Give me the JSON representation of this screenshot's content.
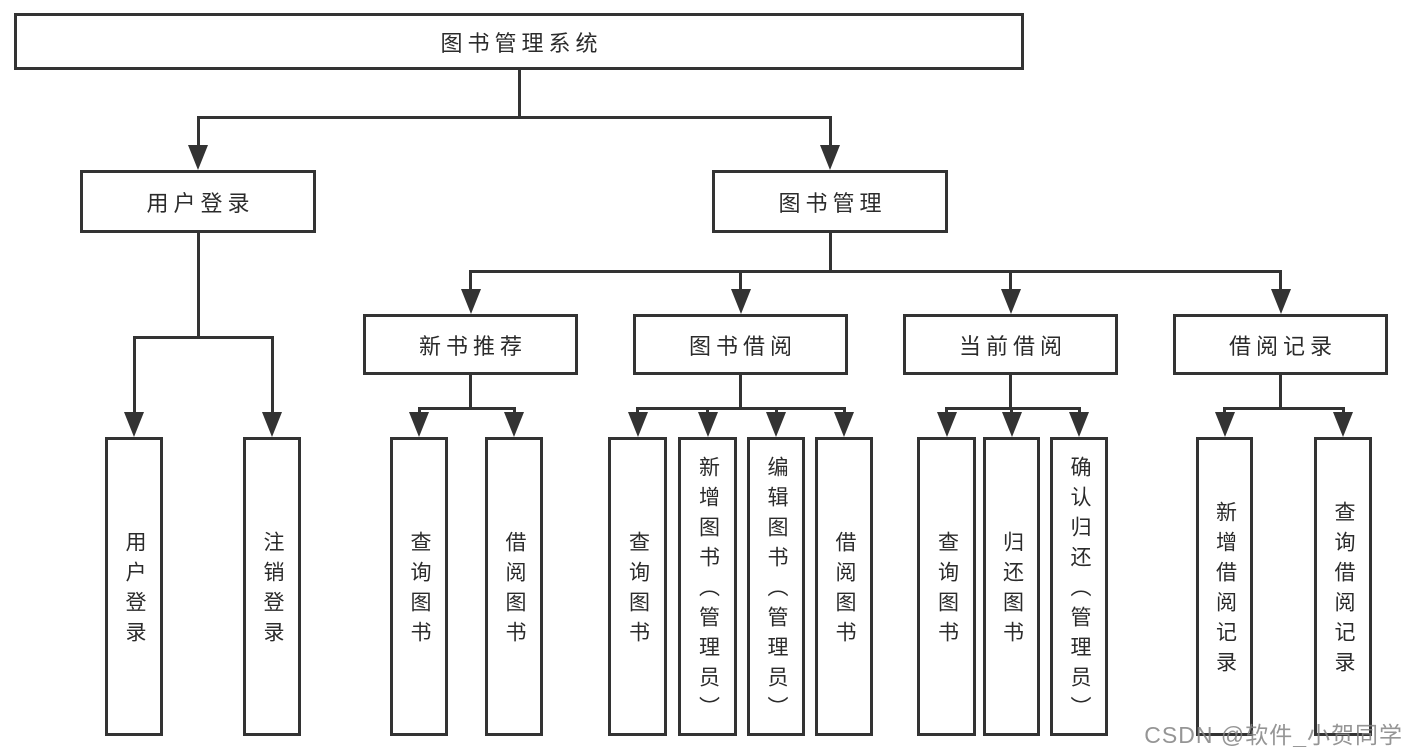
{
  "diagram": {
    "type": "hierarchy-diagram",
    "title": "图书管理系统",
    "watermark": "CSDN @软件_小贺同学",
    "colors": {
      "line": "#333333",
      "box_border": "#333333",
      "text": "#2b2b2b",
      "background": "#ffffff",
      "watermark": "#828282"
    },
    "nodes": [
      {
        "id": "root",
        "label": "图书管理系统",
        "parent": null,
        "orientation": "horizontal"
      },
      {
        "id": "user-login",
        "label": "用户登录",
        "parent": "root",
        "orientation": "horizontal"
      },
      {
        "id": "book-mgmt",
        "label": "图书管理",
        "parent": "root",
        "orientation": "horizontal"
      },
      {
        "id": "new-book-rec",
        "label": "新书推荐",
        "parent": "book-mgmt",
        "orientation": "horizontal"
      },
      {
        "id": "book-borrow",
        "label": "图书借阅",
        "parent": "book-mgmt",
        "orientation": "horizontal"
      },
      {
        "id": "current-borrow",
        "label": "当前借阅",
        "parent": "book-mgmt",
        "orientation": "horizontal"
      },
      {
        "id": "borrow-records",
        "label": "借阅记录",
        "parent": "book-mgmt",
        "orientation": "horizontal"
      },
      {
        "id": "ul-login",
        "label": "用户登录",
        "parent": "user-login",
        "orientation": "vertical"
      },
      {
        "id": "ul-logout",
        "label": "注销登录",
        "parent": "user-login",
        "orientation": "vertical"
      },
      {
        "id": "nbr-query",
        "label": "查询图书",
        "parent": "new-book-rec",
        "orientation": "vertical"
      },
      {
        "id": "nbr-borrow",
        "label": "借阅图书",
        "parent": "new-book-rec",
        "orientation": "vertical"
      },
      {
        "id": "bb-query",
        "label": "查询图书",
        "parent": "book-borrow",
        "orientation": "vertical"
      },
      {
        "id": "bb-add",
        "label": "新增图书（管理员）",
        "parent": "book-borrow",
        "orientation": "vertical"
      },
      {
        "id": "bb-edit",
        "label": "编辑图书（管理员）",
        "parent": "book-borrow",
        "orientation": "vertical"
      },
      {
        "id": "bb-borrow",
        "label": "借阅图书",
        "parent": "book-borrow",
        "orientation": "vertical"
      },
      {
        "id": "cb-query",
        "label": "查询图书",
        "parent": "current-borrow",
        "orientation": "vertical"
      },
      {
        "id": "cb-return",
        "label": "归还图书",
        "parent": "current-borrow",
        "orientation": "vertical"
      },
      {
        "id": "cb-confirm",
        "label": "确认归还（管理员）",
        "parent": "current-borrow",
        "orientation": "vertical"
      },
      {
        "id": "br-add",
        "label": "新增借阅记录",
        "parent": "borrow-records",
        "orientation": "vertical"
      },
      {
        "id": "br-query",
        "label": "查询借阅记录",
        "parent": "borrow-records",
        "orientation": "vertical"
      }
    ]
  }
}
